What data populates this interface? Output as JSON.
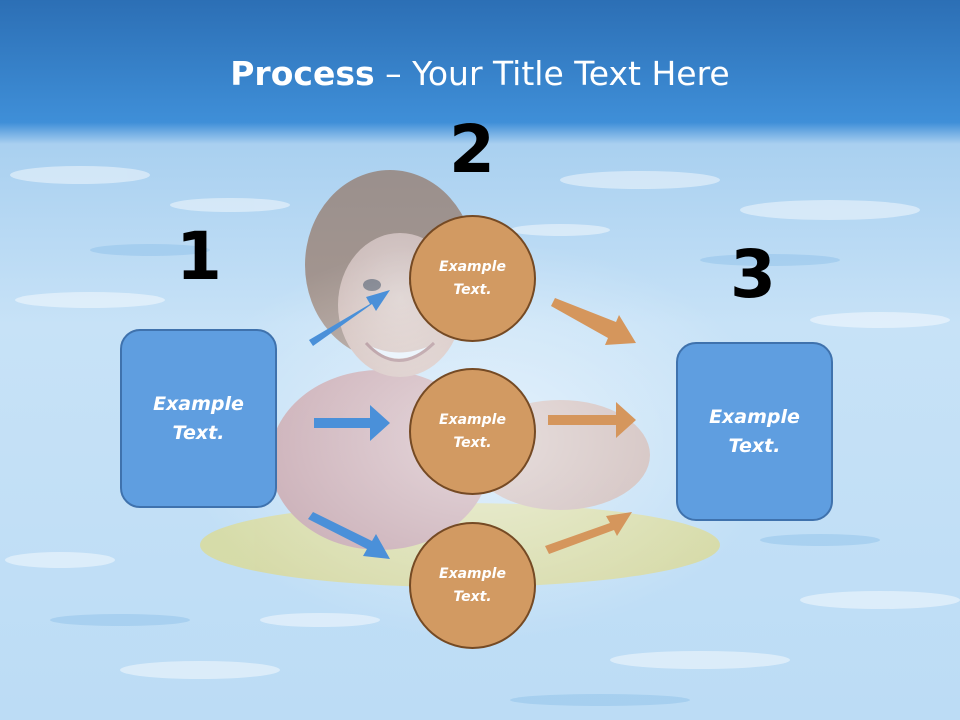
{
  "slide": {
    "title_bold": "Process",
    "title_rest": " – Your Title Text Here"
  },
  "steps": {
    "one": {
      "number": "1",
      "label": "Example\nText."
    },
    "two": {
      "number": "2",
      "circles": [
        {
          "label": "Example\nText."
        },
        {
          "label": "Example\nText."
        },
        {
          "label": "Example\nText."
        }
      ]
    },
    "three": {
      "number": "3",
      "label": "Example\nText."
    }
  },
  "colors": {
    "box_fill": "#5f9ee0",
    "box_border": "#3f72ad",
    "circle_fill": "#d29a62",
    "circle_border": "#754a24",
    "arrow_blue": "#4a90d9",
    "arrow_orange": "#d5965c",
    "header_blue": "#2f78c0"
  }
}
